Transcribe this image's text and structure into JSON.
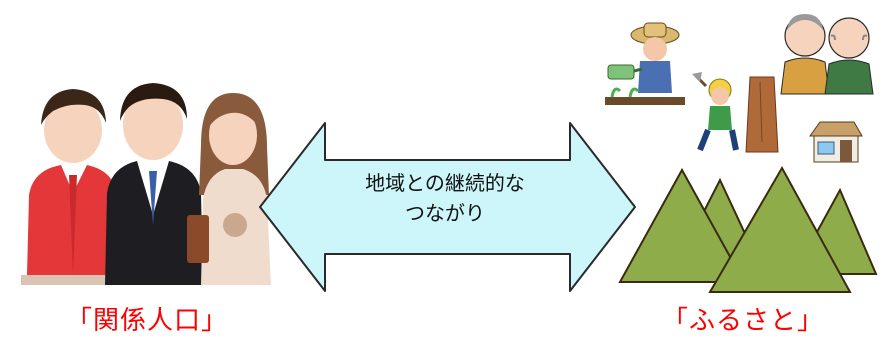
{
  "left_group": {
    "label": "「関係人口」",
    "figure_icons": [
      "man-in-red-jacket-icon",
      "man-in-suit-icon",
      "woman-in-dress-icon"
    ]
  },
  "arrow": {
    "line1": "地域との継続的な",
    "line2": "つながり",
    "fill_color": "#ccf6f9"
  },
  "right_group": {
    "label": "「ふるさと」",
    "illustration_icons": [
      "farmer-watering-icon",
      "woodcutter-icon",
      "elderly-couple-icon",
      "house-icon",
      "mountains-icon"
    ]
  },
  "colors": {
    "label": "#ff0000",
    "mountain": "#8fac4a",
    "outline": "#2a2a2a"
  }
}
